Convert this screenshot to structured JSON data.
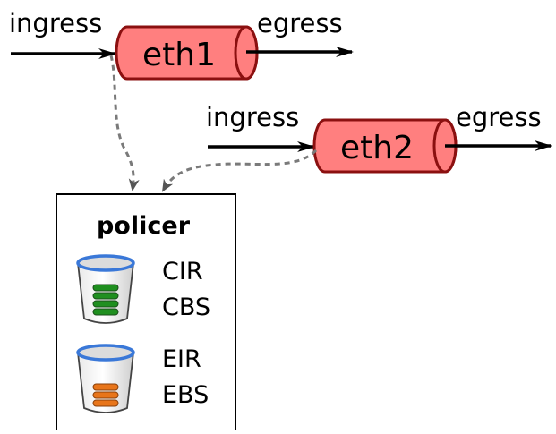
{
  "interfaces": [
    {
      "name": "eth1",
      "ingress_label": "ingress",
      "egress_label": "egress",
      "fill_color": "#ff7f7f",
      "stroke_color": "#8b1010"
    },
    {
      "name": "eth2",
      "ingress_label": "ingress",
      "egress_label": "egress",
      "fill_color": "#ff7f7f",
      "stroke_color": "#8b1010"
    }
  ],
  "policer": {
    "title": "policer",
    "buckets": [
      {
        "labels": [
          "CIR",
          "CBS"
        ],
        "token_color": "#1f8f1f",
        "icon": "green-token-bucket-icon"
      },
      {
        "labels": [
          "EIR",
          "EBS"
        ],
        "token_color": "#e8751a",
        "icon": "orange-token-bucket-icon"
      }
    ]
  },
  "colors": {
    "arrow": "#000000",
    "dashed_link": "#7a7a7a",
    "box_border": "#000000",
    "bucket_rim": "#3a78d8"
  }
}
